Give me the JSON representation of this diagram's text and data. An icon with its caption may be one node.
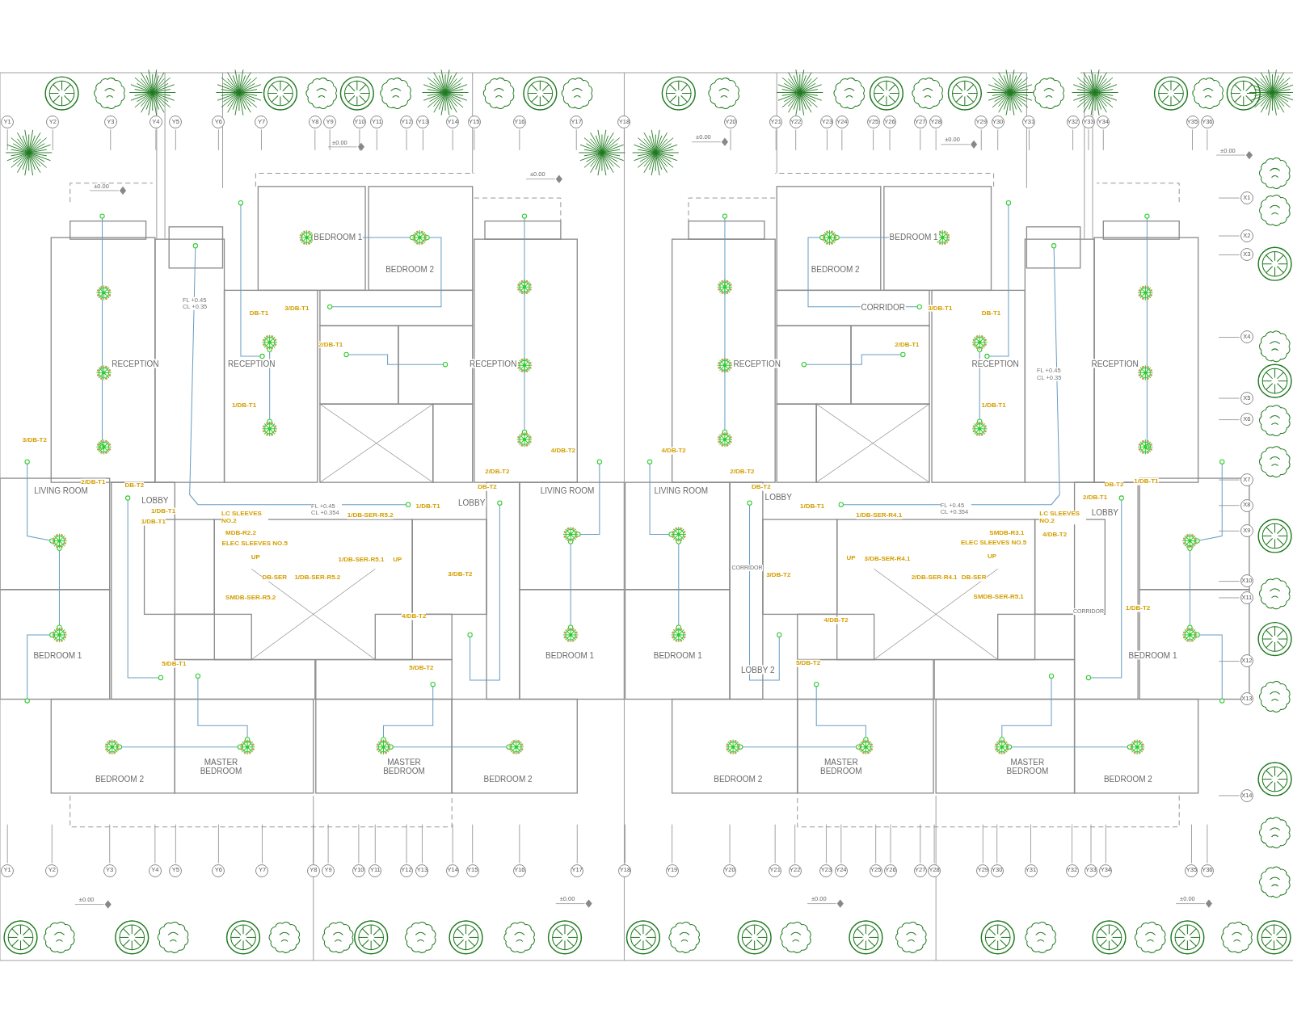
{
  "diagram": {
    "labels": [
      "Y1",
      "Y2",
      "Y3",
      "Y4",
      "Y5",
      "Y6",
      "Y7",
      "Y8",
      "Y9",
      "Y10",
      "Y11",
      "Y12",
      "Y13",
      "Y14",
      "Y15",
      "Y16",
      "Y17",
      "Y18",
      "Y20",
      "Y21",
      "Y22",
      "Y23",
      "Y24",
      "Y25",
      "Y26",
      "Y27",
      "Y28",
      "Y29",
      "Y30",
      "Y31",
      "Y32",
      "Y33",
      "Y34",
      "Y35",
      "Y36",
      "X1",
      "X2",
      "X3",
      "X4",
      "X5",
      "X6",
      "X7",
      "X8",
      "X9",
      "X10",
      "X11",
      "X12",
      "X13",
      "X14",
      "±0.00",
      "±0.00",
      "±0.00",
      "±0.00",
      "±0.00",
      "±0.00",
      "BEDROOM 1",
      "BEDROOM 1",
      "BEDROOM 2",
      "BEDROOM 2",
      "FL +0.45 CL +0.35",
      "CORRIDOR",
      "DB-T1",
      "3/DB-T1",
      "3/DB-T1",
      "DB-T1",
      "2/DB-T1",
      "2/DB-T1",
      "RECEPTION",
      "RECEPTION",
      "RECEPTION",
      "RECEPTION",
      "RECEPTION",
      "RECEPTION",
      "FL +0.45 CL +0.35",
      "1/DB-T1",
      "1/DB-T1",
      "3/DB-T2",
      "4/DB-T2",
      "4/DB-T2",
      "2/DB-T2",
      "2/DB-T2",
      "2/DB-T1",
      "1/DB-T1",
      "DB-T2",
      "DB-T2",
      "DB-T2",
      "DB-T2",
      "LIVING ROOM",
      "LIVING ROOM",
      "LIVING ROOM",
      "LOBBY",
      "LOBBY",
      "LOBBY",
      "2/DB-T1",
      "1/DB-T1",
      "1/DB-T1",
      "1/DB-T1",
      "FL +0.45 CL +0.354",
      "FL +0.45 CL +0.354",
      "1/DB-SER-R5.2",
      "1/DB-SER-R4.1",
      "LC SLEEVES NO.2",
      "LC SLEEVES NO.2",
      "LOBBY",
      "1/DB-T1",
      "MDB-R2.2",
      "SMDB-R3.1",
      "4/DB-T2",
      "ELEC SLEEVES NO.5",
      "ELEC SLEEVES NO.5",
      "UP",
      "1/DB-SER-R5.1",
      "UP",
      "UP",
      "3/DB-SER-R4.1",
      "UP",
      "CORRIDOR",
      "3/DB-T2",
      "3/DB-T2",
      "DB-SER",
      "1/DB-SER-R5.2",
      "2/DB-SER-R4.1",
      "DB-SER",
      "SMDB-SER-R5.2",
      "SMDB-SER-R5.1",
      "CORRIDOR",
      "1/DB-T2",
      "4/DB-T2",
      "4/DB-T2",
      "BEDROOM 1",
      "BEDROOM 1",
      "BEDROOM 1",
      "BEDROOM 1",
      "5/DB-T1",
      "5/DB-T2",
      "5/DB-T2",
      "LOBBY 2",
      "MASTER BEDROOM",
      "MASTER BEDROOM",
      "MASTER BEDROOM",
      "MASTER BEDROOM",
      "BEDROOM 2",
      "BEDROOM 2",
      "BEDROOM 2",
      "BEDROOM 2",
      "Y1",
      "Y2",
      "Y3",
      "Y4",
      "Y5",
      "Y6",
      "Y7",
      "Y8",
      "Y9",
      "Y10",
      "Y11",
      "Y12",
      "Y13",
      "Y14",
      "Y15",
      "Y16",
      "Y17",
      "Y18",
      "Y19",
      "Y20",
      "Y21",
      "Y22",
      "Y23",
      "Y24",
      "Y25",
      "Y26",
      "Y27",
      "Y28",
      "Y29",
      "Y30",
      "Y31",
      "Y32",
      "Y33",
      "Y34",
      "Y35",
      "Y36",
      "±0.00",
      "±0.00",
      "±0.00",
      "±0.00"
    ]
  }
}
